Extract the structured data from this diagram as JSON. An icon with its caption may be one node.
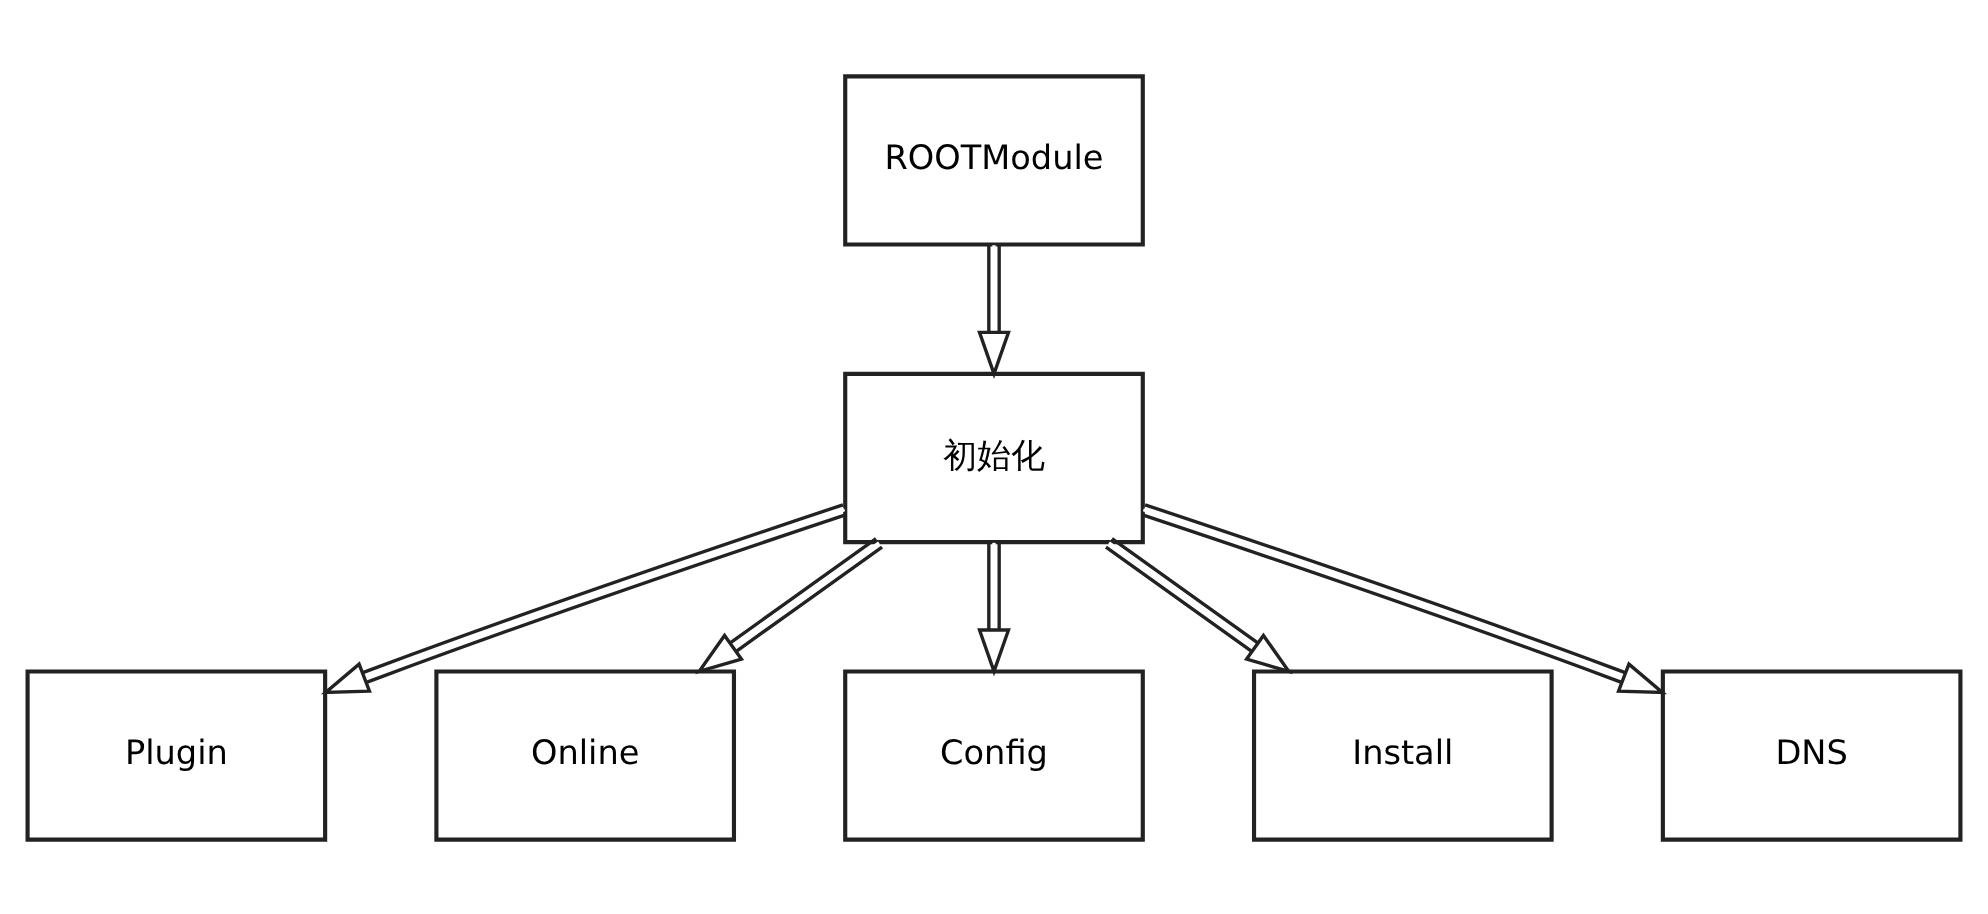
{
  "diagram": {
    "nodes": [
      {
        "text": [
          "ROOTModule"
        ]
      },
      {
        "text": [
          "初始化"
        ]
      },
      {
        "text": [
          "Plugin"
        ]
      },
      {
        "text": [
          "Online"
        ]
      },
      {
        "text": [
          "Config"
        ]
      },
      {
        "text": [
          "Install"
        ]
      },
      {
        "text": [
          "DNS"
        ]
      }
    ],
    "edges": [
      {
        "from": 0,
        "to": 1,
        "arrow": "to"
      },
      {
        "from": 1,
        "to": 2,
        "arrow": "to"
      },
      {
        "from": 1,
        "to": 3,
        "arrow": "to"
      },
      {
        "from": 1,
        "to": 4,
        "arrow": "to"
      },
      {
        "from": 1,
        "to": 5,
        "arrow": "to"
      },
      {
        "from": 1,
        "to": 6,
        "arrow": "to"
      }
    ]
  }
}
